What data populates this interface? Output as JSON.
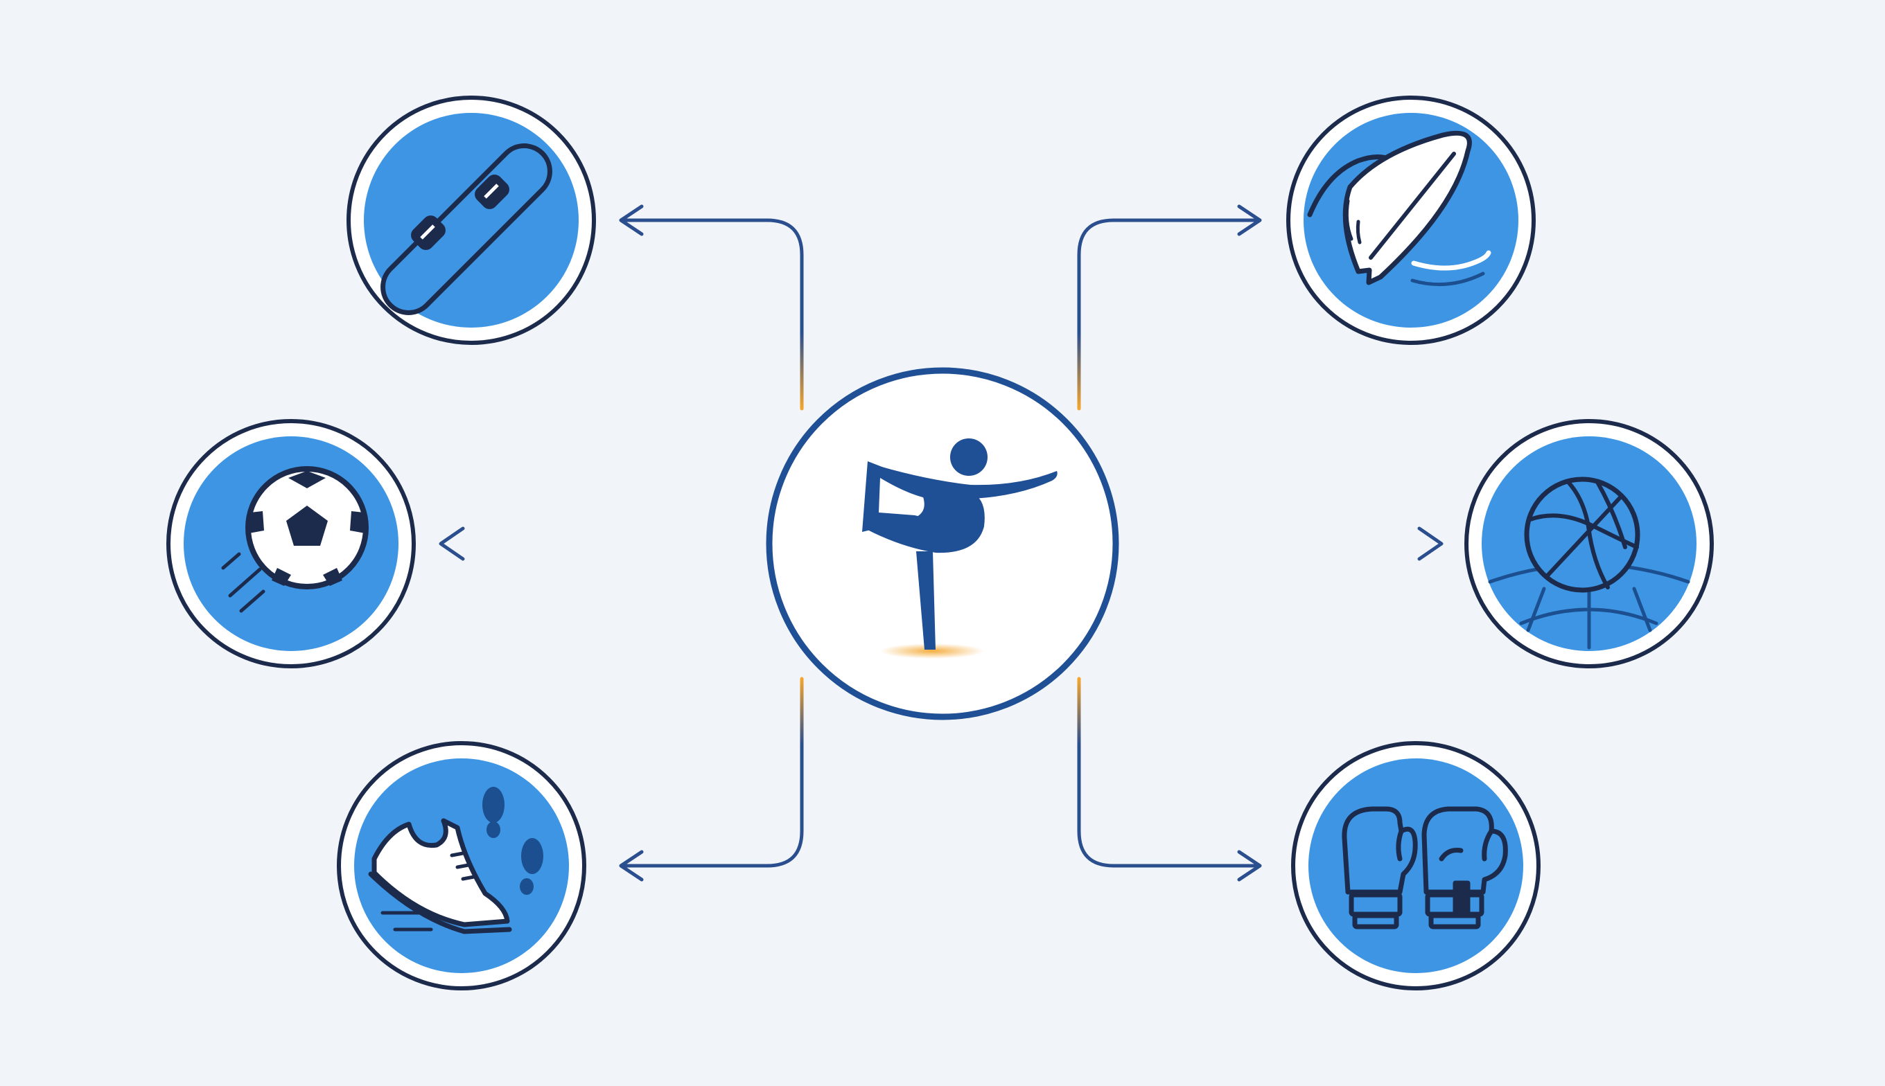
{
  "diagram": {
    "center": {
      "icon": "balance-pose-figure-icon",
      "ring_color": "#1f4f95"
    },
    "nodes": [
      {
        "id": "snowboard",
        "icon": "snowboard-icon"
      },
      {
        "id": "soccer",
        "icon": "soccer-ball-icon"
      },
      {
        "id": "running",
        "icon": "running-shoe-icon"
      },
      {
        "id": "surfing",
        "icon": "surfboard-wave-icon"
      },
      {
        "id": "basketball",
        "icon": "basketball-icon"
      },
      {
        "id": "boxing",
        "icon": "boxing-gloves-icon"
      }
    ],
    "colors": {
      "background": "#f1f4f9",
      "node_fill": "#3d95e3",
      "outline": "#1c2a4c",
      "connector": "#2b4f8e",
      "accent": "#f3a52c"
    }
  }
}
